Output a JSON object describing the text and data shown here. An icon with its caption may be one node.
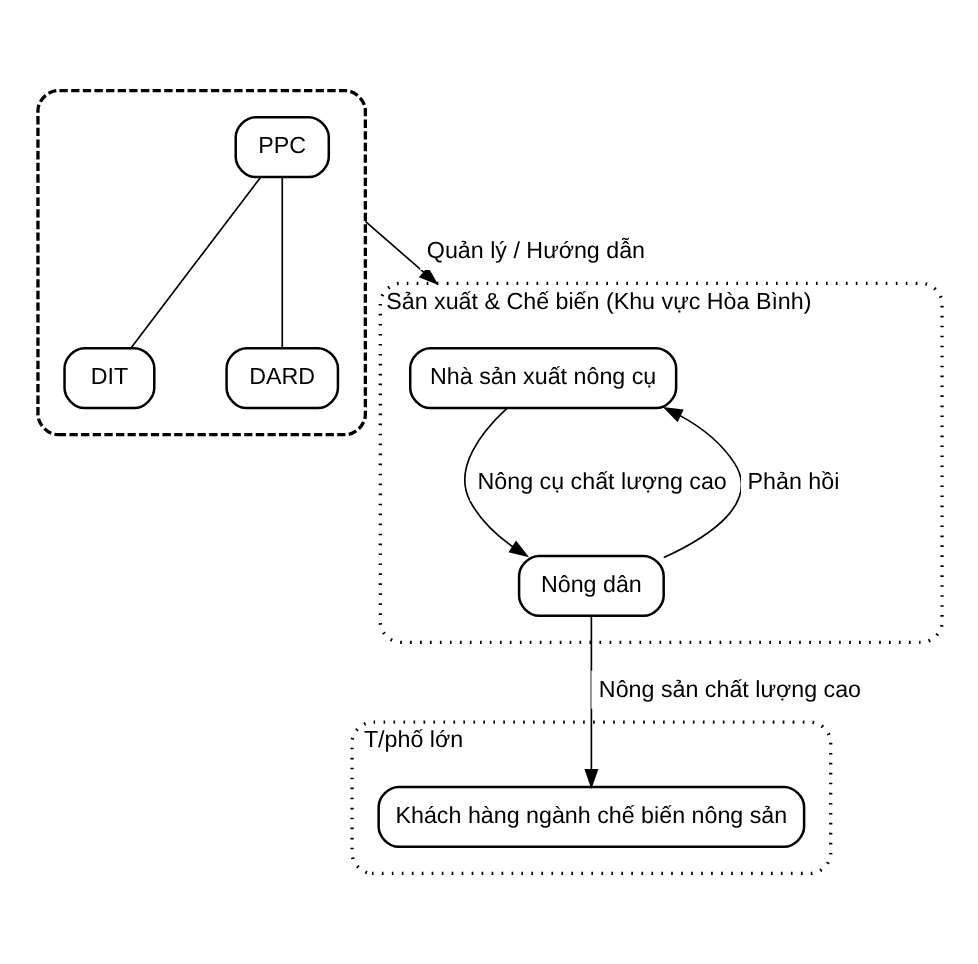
{
  "diagram": {
    "nodes": [
      {
        "text": [],
        "shape": "box"
      },
      {
        "text": [
          "PPC"
        ],
        "in": 0
      },
      {
        "text": [
          "DIT"
        ],
        "in": 0
      },
      {
        "text": [
          "DARD"
        ],
        "in": 0
      },
      {
        "text": [
          "Sản xuất & Chế biến (Khu vực Hòa Bình)"
        ]
      },
      {
        "text": [
          "Nhà sản xuất nông cụ"
        ],
        "in": 4
      },
      {
        "text": [
          "Nông dân"
        ],
        "in": 4
      },
      {
        "text": [
          "T/phố lớn"
        ]
      },
      {
        "text": [
          "Khách hàng ngành chế biến nông sản"
        ],
        "in": 7
      }
    ],
    "edges": [
      {
        "from": 1,
        "to": 2,
        "arrow": "none"
      },
      {
        "from": 1,
        "to": 3,
        "arrow": "none"
      },
      {
        "from": 0,
        "to": 4,
        "arrow": "to",
        "label": "Quản lý / Hướng dẫn"
      },
      {
        "from": 5,
        "to": 6,
        "arrow": "to",
        "label": "Nông cụ chất lượng cao"
      },
      {
        "from": 6,
        "to": 5,
        "arrow": "to",
        "label": "Phản hồi"
      },
      {
        "from": 6,
        "to": 8,
        "arrow": "to",
        "label": "Nông sản chất lượng cao"
      }
    ]
  }
}
